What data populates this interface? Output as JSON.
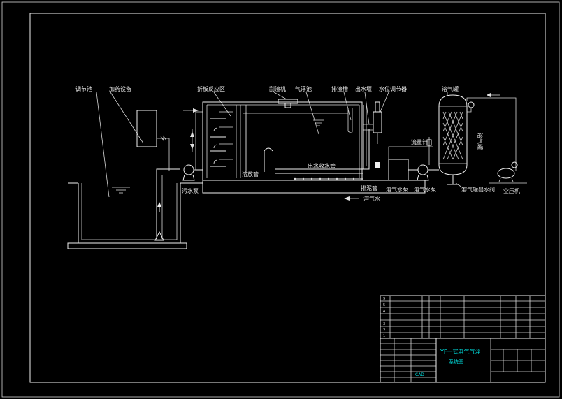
{
  "labels": {
    "adjust_tank": "调节池",
    "dosing_device": "加药设备",
    "sewage_pump": "污水泵",
    "reaction_zone": "折板反应区",
    "scraper": "刮渣机",
    "float_tank": "气浮池",
    "slag_tank": "排渣槽",
    "outlet_weir": "出水堰",
    "level_control": "水位调节器",
    "dissolved_tank": "溶气罐",
    "flowmeter": "流量计",
    "sludge_pipe": "排泥管",
    "outlet_pipe": "出水收水管",
    "release_pipe": "溶放管",
    "air_pump": "溶气水泵",
    "dissolved_pump": "溶气水泵",
    "tank_outlet_valve": "溶气罐出水阀",
    "air_compressor": "空压机",
    "dissolved_water": "溶气水",
    "tank_side": "溶气罐"
  },
  "title_block": {
    "title_line1": "YF一式溶气气浮",
    "title_line2": "系统图",
    "cad_label": "CAD",
    "codes": [
      "9",
      "5",
      "4",
      "3",
      "2",
      "1"
    ]
  }
}
